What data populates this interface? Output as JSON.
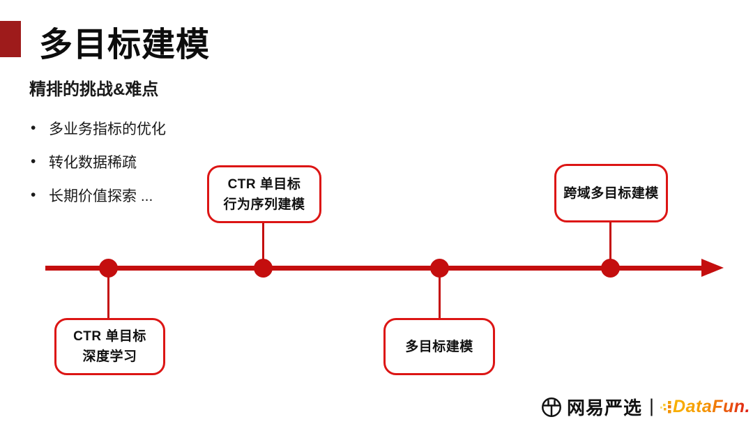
{
  "slide": {
    "title": "多目标建模",
    "subtitle": "精排的挑战&难点",
    "bullet_char": "•",
    "bullets": [
      "多业务指标的优化",
      "转化数据稀疏",
      "长期价值探索 ..."
    ]
  },
  "colors": {
    "title_marker": "#9E1B1B",
    "timeline_red": "#C40E0E",
    "box_border_red": "#DC1514",
    "text_black": "#1A1A1A",
    "datafun_orange": "#F59A00",
    "datafun_red": "#DC1414"
  },
  "timeline": {
    "milestones": [
      {
        "lines": [
          "CTR 单目标",
          "深度学习"
        ],
        "position": "below"
      },
      {
        "lines": [
          "CTR 单目标",
          "行为序列建模"
        ],
        "position": "above"
      },
      {
        "lines": [
          "多目标建模",
          ""
        ],
        "position": "below"
      },
      {
        "lines": [
          "跨域多目标建模",
          ""
        ],
        "position": "above"
      }
    ]
  },
  "footer": {
    "yanxuan_label": "网易严选",
    "divider": "|",
    "datafun_label": "DataFun."
  }
}
